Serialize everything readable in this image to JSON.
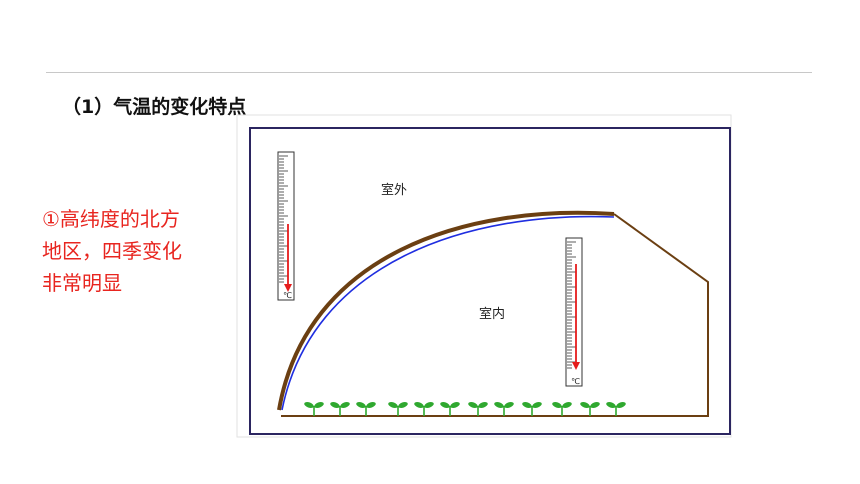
{
  "heading": "（1）气温的变化特点",
  "side_text": [
    "①高纬度的北方",
    "地区，四季变化",
    "非常明显"
  ],
  "diagram": {
    "outside_label": "室外",
    "inside_label": "室内",
    "thermometer_unit": "℃",
    "colors": {
      "frame": "#2b2560",
      "greenhouse_film": "#6b3f12",
      "inner_arc": "#1f2ee0",
      "mercury": "#e51c1c",
      "seedling": "#2fa82f"
    }
  }
}
